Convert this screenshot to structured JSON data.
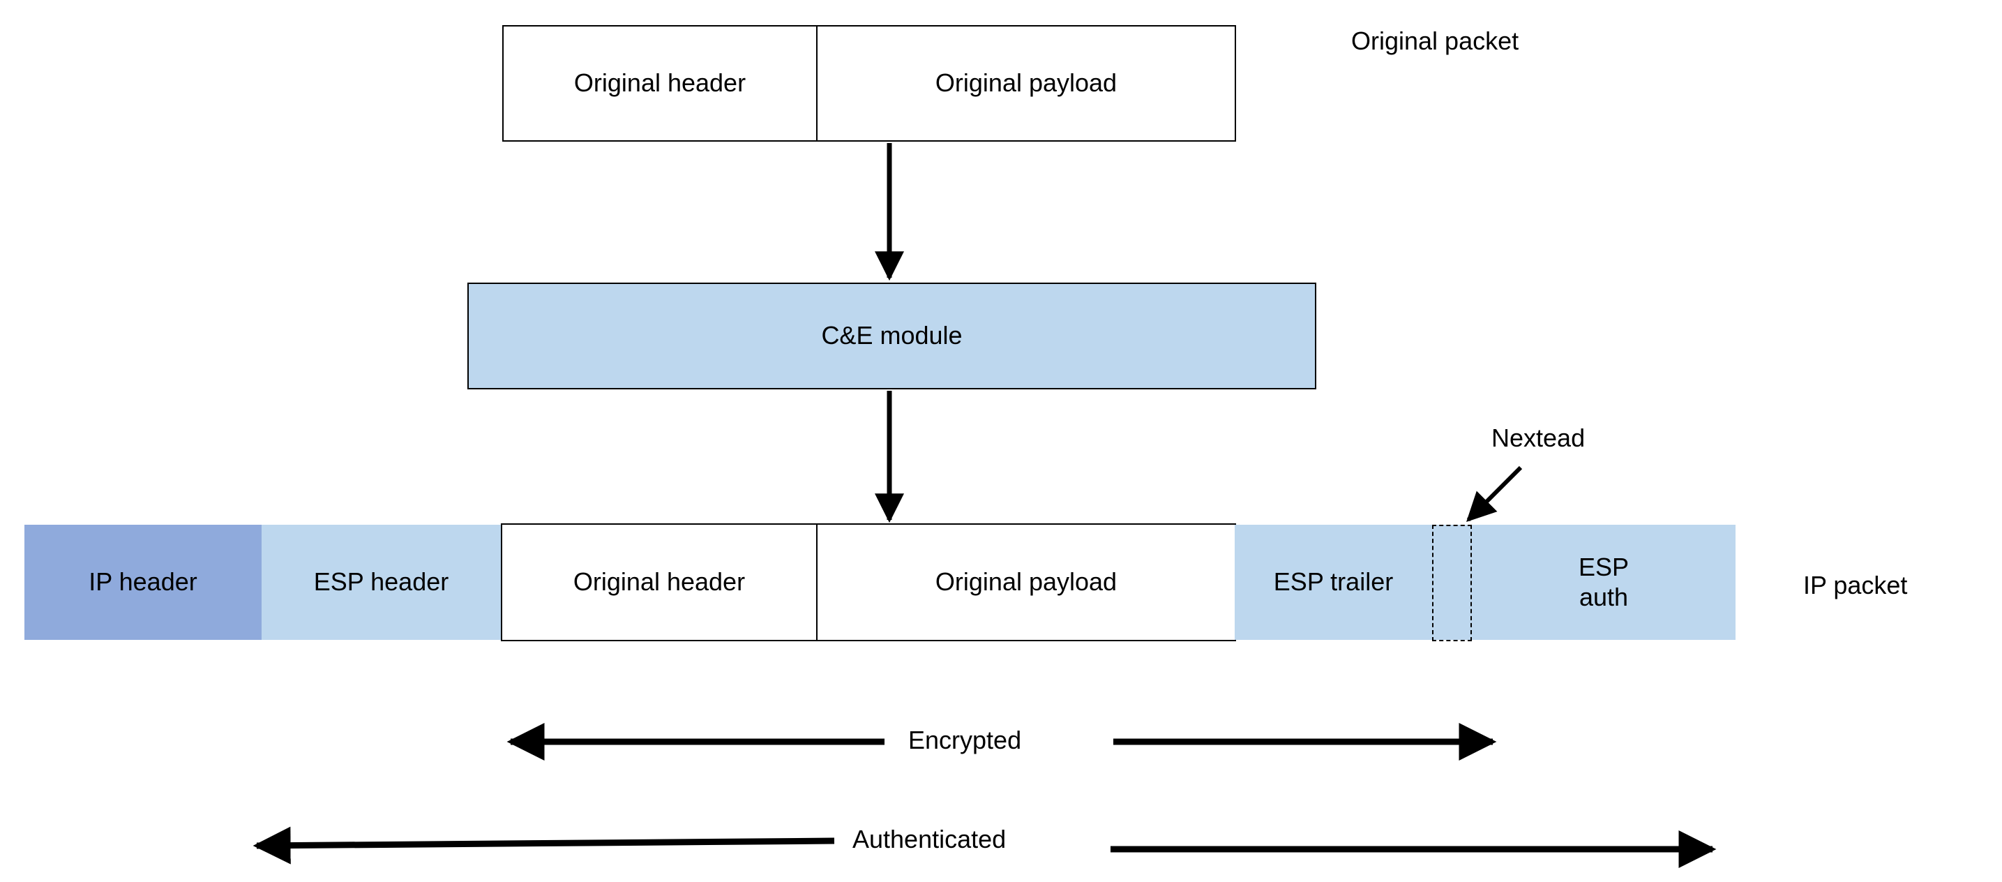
{
  "diagram": {
    "title": "IPsec ESP transport-mode packet encapsulation",
    "colors": {
      "ip_header_fill": "#8faadc",
      "esp_header_fill": "#bdd7ee",
      "esp_block_fill": "#bdd7ee",
      "module_fill": "#bdd7ee",
      "plain_fill": "#ffffff",
      "stroke": "#000000",
      "background": "#ffffff"
    },
    "original_packet": {
      "row_label": "Original packet",
      "segments": [
        {
          "label": "Original header"
        },
        {
          "label": "Original payload"
        }
      ]
    },
    "module": {
      "label": "C&E module"
    },
    "ip_packet": {
      "row_label": "IP packet",
      "segments": [
        {
          "label": "IP header"
        },
        {
          "label": "ESP header"
        },
        {
          "label": "Original header"
        },
        {
          "label": "Original payload"
        },
        {
          "label": "ESP trailer"
        },
        {
          "label": ""
        },
        {
          "label": "ESP\nauth"
        }
      ]
    },
    "callout": {
      "label": "Nextead"
    },
    "spans": [
      {
        "label": "Encrypted"
      },
      {
        "label": "Authenticated"
      }
    ]
  }
}
